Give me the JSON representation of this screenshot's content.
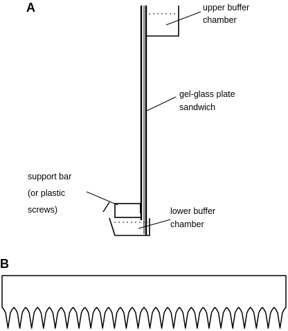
{
  "panels": {
    "a": {
      "letter": "A",
      "labels": {
        "upper_buffer_line1": "upper buffer",
        "upper_buffer_line2": "chamber",
        "gel_glass_line1": "gel-glass plate",
        "gel_glass_line2": "sandwich",
        "support_bar_line1": "support bar",
        "support_bar_line2": "(or plastic",
        "support_bar_line3": "screws)",
        "lower_buffer_line1": "lower buffer",
        "lower_buffer_line2": "chamber"
      }
    },
    "b": {
      "letter": "B",
      "comb_teeth_count": 24
    }
  },
  "colors": {
    "ink": "#000000",
    "background": "#ffffff"
  }
}
